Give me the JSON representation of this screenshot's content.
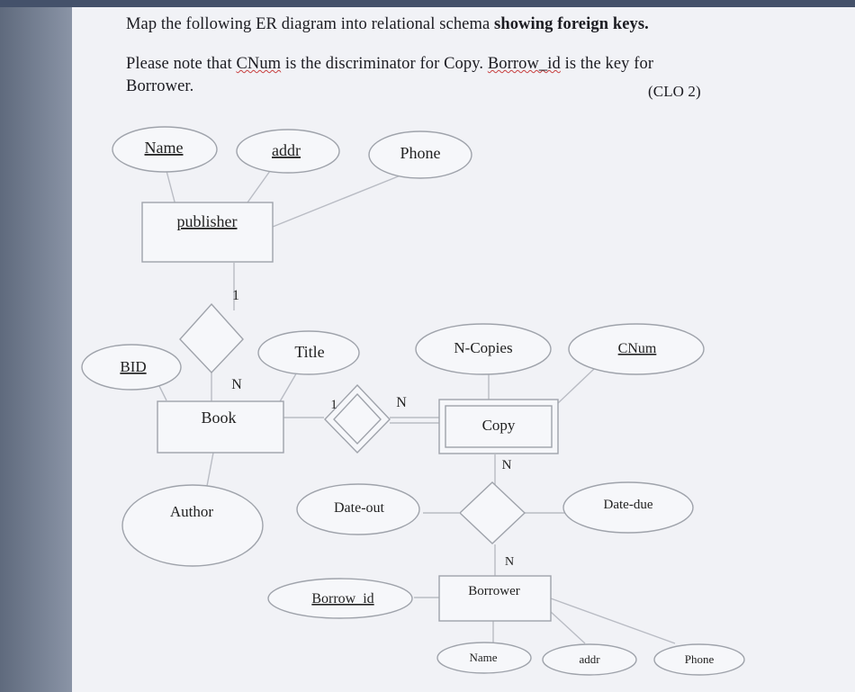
{
  "question": {
    "line1_plain": "Map the following ER diagram into relational schema ",
    "line1_bold": "showing foreign keys.",
    "line2_a": "Please note that ",
    "line2_cnum": "CNum",
    "line2_b": " is the discriminator for Copy. ",
    "line2_borrow": "Borrow_id",
    "line2_c": " is the key for",
    "line3": "Borrower.",
    "clo": "(CLO 2)"
  },
  "diagram": {
    "entities": {
      "publisher": "publisher",
      "book": "Book",
      "copy": "Copy",
      "borrower": "Borrower"
    },
    "attributes": {
      "name": "Name",
      "addr": "addr",
      "phone": "Phone",
      "bid": "BID",
      "title": "Title",
      "ncopies": "N-Copies",
      "cnum": "CNum",
      "author": "Author",
      "dateout": "Date-out",
      "datedue": "Date-due",
      "borrowid": "Borrow_id",
      "b_name": "Name",
      "b_addr": "addr",
      "b_phone": "Phone"
    },
    "cardinalities": {
      "pub_one": "1",
      "pub_n": "N",
      "book_one": "1",
      "copy_n": "N",
      "borrow_copy_n": "N",
      "borrow_borrower_n": "N"
    }
  }
}
